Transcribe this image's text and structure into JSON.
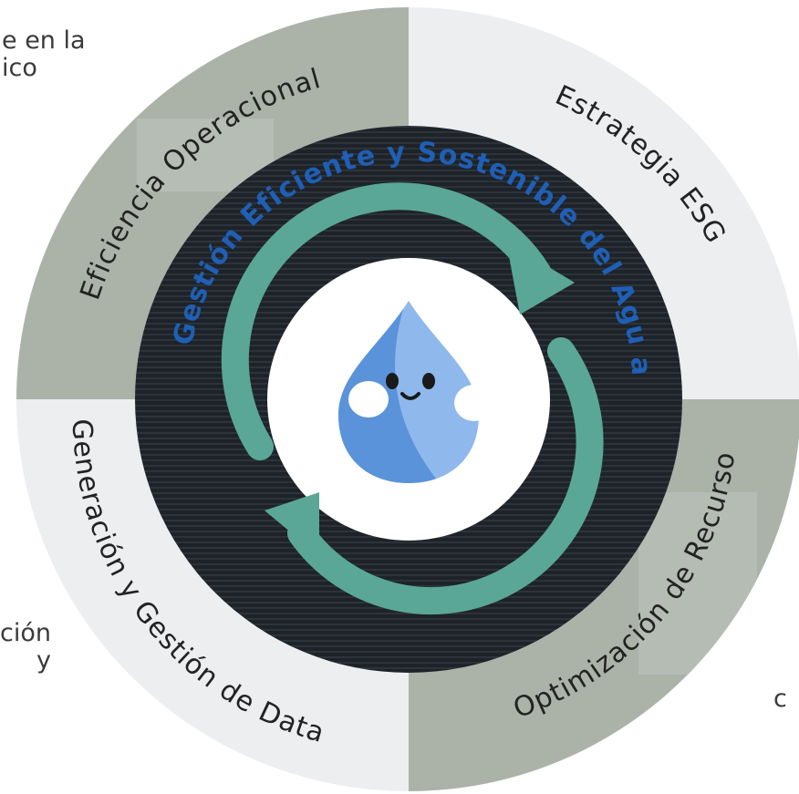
{
  "side_text": {
    "top_left": [
      "e en la",
      "ico"
    ],
    "bottom_left": [
      "ción",
      "y"
    ],
    "bottom_right": "c"
  },
  "wheel": {
    "segments": [
      {
        "label": "Eficiencia Operacional",
        "color": "#abb3a8"
      },
      {
        "label": "Estrategia ESG",
        "color": "#eceef0"
      },
      {
        "label": "Optimización de Recursos",
        "color": "#abb3a8"
      },
      {
        "label": "Generación y Gestión de Data",
        "color": "#eceef0"
      }
    ],
    "center_text": "Gestión Eficiente y Sostenible del Agu a"
  },
  "colors": {
    "center_disc": "#1d2227",
    "arrows": "#5aa797",
    "center_text": "#1f5fb5",
    "drop_light": "#8fb8ec",
    "drop_dark": "#5a93d9",
    "segment_text": "#222222"
  },
  "icons": [
    "water-drop-icon",
    "cycle-arrows-icon"
  ]
}
